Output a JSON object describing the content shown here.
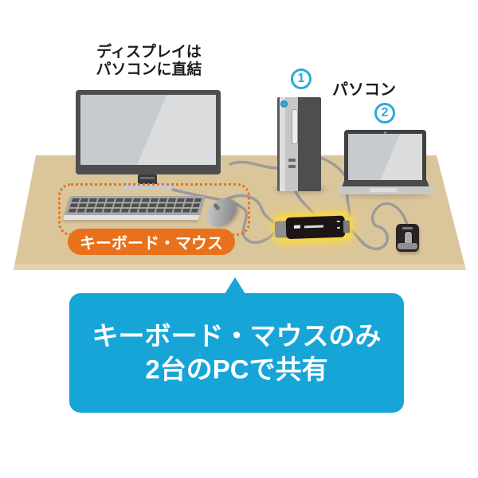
{
  "caption_top": {
    "line1": "ディスプレイは",
    "line2": "パソコンに直結"
  },
  "pc_group_label": "パソコン",
  "pc1_number": "1",
  "pc2_number": "2",
  "keyboard_mouse_label": "キーボード・マウス",
  "callout": {
    "line1": "キーボード・マウスのみ",
    "line2": "2台のPCで共有"
  },
  "colors": {
    "desk": "#dbc69c",
    "desk_edge": "#e4d4ae",
    "blue": "#29a9dc",
    "callout": "#17a5d8",
    "orange": "#e9711c",
    "orange_line": "#ed7214",
    "cable": "#9b9b9b",
    "glow": "#f8d74a",
    "dark": "#4e4e4e",
    "screen": "#c7cbcd",
    "screen_hi": "#dadcdd"
  }
}
